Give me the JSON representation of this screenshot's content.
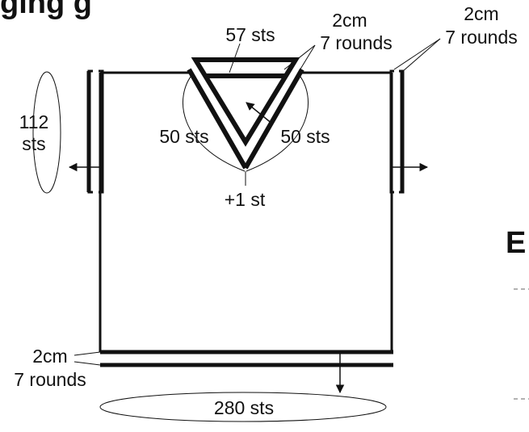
{
  "header": {
    "heading_fragment": "ging g"
  },
  "edge_letter": "E",
  "colors": {
    "ink": "#111111",
    "background": "#ffffff",
    "dash": "#666666"
  },
  "labels": {
    "neck_stitches": "57 sts",
    "neck_band_length": "2cm",
    "neck_band_rounds": "7 rounds",
    "sleeve_band_length": "2cm",
    "sleeve_band_rounds": "7 rounds",
    "sleeve_stitches_top": "112",
    "sleeve_stitches_bottom": "sts",
    "v_left_stitches": "50 sts",
    "v_right_stitches": "50 sts",
    "v_center_stitch": "+1 st",
    "hem_band_length": "2cm",
    "hem_band_rounds": "7 rounds",
    "hem_stitches": "280 sts"
  }
}
